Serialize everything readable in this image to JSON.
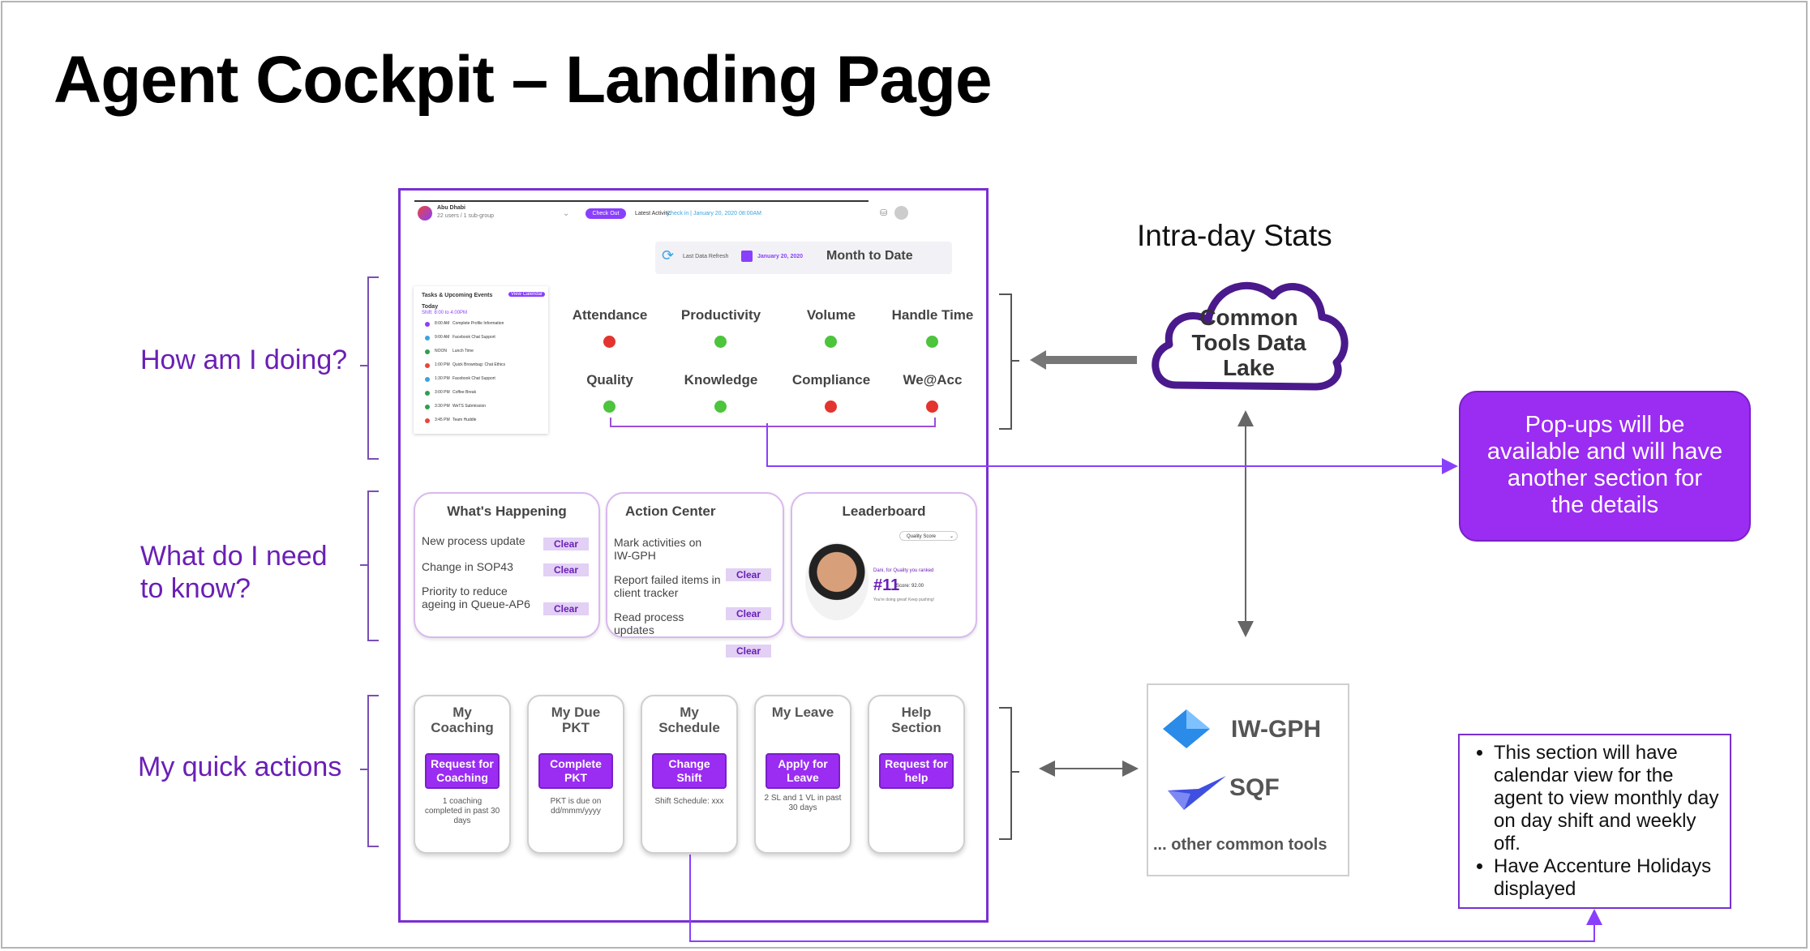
{
  "slide": {
    "title": "Agent Cockpit – Landing Page",
    "side_labels": {
      "how": "How am I doing?",
      "what_line1": "What do I need",
      "what_line2": "to know?",
      "quick": "My quick actions"
    },
    "intra_title": "Intra-day Stats",
    "cloud": [
      "Common",
      "Tools Data",
      "Lake"
    ],
    "popup": [
      "Pop-ups will be",
      "available and will have",
      "another section for",
      "the details"
    ],
    "tools": {
      "tool1": "IW-GPH",
      "tool2": "SQF",
      "other": "... other common tools"
    },
    "note_items": [
      "This section will have calendar view for the agent to view monthly day on day shift and weekly off.",
      "Have Accenture Holidays displayed"
    ]
  },
  "app": {
    "header": {
      "location": "Abu Dhabi",
      "group_info": "22 users / 1 sub-group",
      "check_out": "Check Out",
      "latest_activity_label": "Latest Activity:",
      "latest_activity_value": "Check in | January 20, 2020 08:00AM"
    },
    "refresh": {
      "label": "Last Data Refresh",
      "date": "January 20, 2020",
      "period": "Month to Date"
    },
    "tasks": {
      "title": "Tasks & Upcoming Events",
      "view_calendar": "View Calendar",
      "today": "Today",
      "shift": "Shift: 8:00 to 4:00PM",
      "events": [
        {
          "time": "8:00 AM",
          "text": "Complete Profile Information",
          "color": "#8a3ffc"
        },
        {
          "time": "9:00 AM",
          "text": "Facebook Chat Support",
          "color": "#3aa3e3"
        },
        {
          "time": "NOON",
          "text": "Lunch Time",
          "color": "#2e9e4f"
        },
        {
          "time": "1:00 PM",
          "text": "Quick Brownbag: Chat Ethics",
          "color": "#e8453c"
        },
        {
          "time": "1:30 PM",
          "text": "Facebook Chat Support",
          "color": "#3aa3e3"
        },
        {
          "time": "3:00 PM",
          "text": "Coffee Break",
          "color": "#2e9e4f"
        },
        {
          "time": "3:30 PM",
          "text": "WeTS Submission",
          "color": "#2e9e4f"
        },
        {
          "time": "3:45 PM",
          "text": "Team Huddle",
          "color": "#e8453c"
        }
      ]
    },
    "metrics": [
      {
        "label": "Attendance",
        "status_color": "#e3342f"
      },
      {
        "label": "Productivity",
        "status_color": "#4cc43c"
      },
      {
        "label": "Volume",
        "status_color": "#4cc43c"
      },
      {
        "label": "Handle Time",
        "status_color": "#4cc43c"
      },
      {
        "label": "Quality",
        "status_color": "#4cc43c"
      },
      {
        "label": "Knowledge",
        "status_color": "#4cc43c"
      },
      {
        "label": "Compliance",
        "status_color": "#e3342f"
      },
      {
        "label": "We@Acc",
        "status_color": "#e3342f"
      }
    ],
    "whats_happening": {
      "title": "What's Happening",
      "items": [
        {
          "text": "New process update",
          "action": "Clear"
        },
        {
          "text": "Change in SOP43",
          "action": "Clear"
        },
        {
          "text": "Priority to reduce ageing in Queue-AP6",
          "action": "Clear"
        }
      ]
    },
    "action_center": {
      "title": "Action Center",
      "items": [
        {
          "text": "Mark activities on IW-GPH",
          "action": "Clear"
        },
        {
          "text": "Report failed items in client tracker",
          "action": "Clear"
        },
        {
          "text": "Read process updates",
          "action": "Clear"
        }
      ]
    },
    "leaderboard": {
      "title": "Leaderboard",
      "filter": "Quality Score",
      "rank_line": "Dani, for Quality you ranked",
      "rank": "#11",
      "score": "Score: 92.00",
      "message": "You're doing great! Keep pushing!"
    },
    "quick_actions": [
      {
        "title": "My Coaching",
        "button": "Request for Coaching",
        "foot": "1 coaching completed in past 30 days"
      },
      {
        "title": "My Due PKT",
        "button": "Complete PKT",
        "foot": "PKT is due on dd/mmm/yyyy"
      },
      {
        "title": "My Schedule",
        "button": "Change Shift",
        "foot": "Shift Schedule: xxx"
      },
      {
        "title": "My Leave",
        "button": "Apply for Leave",
        "foot": "2 SL and 1 VL in past 30 days"
      },
      {
        "title": "Help Section",
        "button": "Request for help",
        "foot": ""
      }
    ]
  },
  "colors": {
    "accent": "#9b2cf2",
    "label_purple": "#6a1fb5",
    "status_red": "#e3342f",
    "status_green": "#4cc43c"
  }
}
